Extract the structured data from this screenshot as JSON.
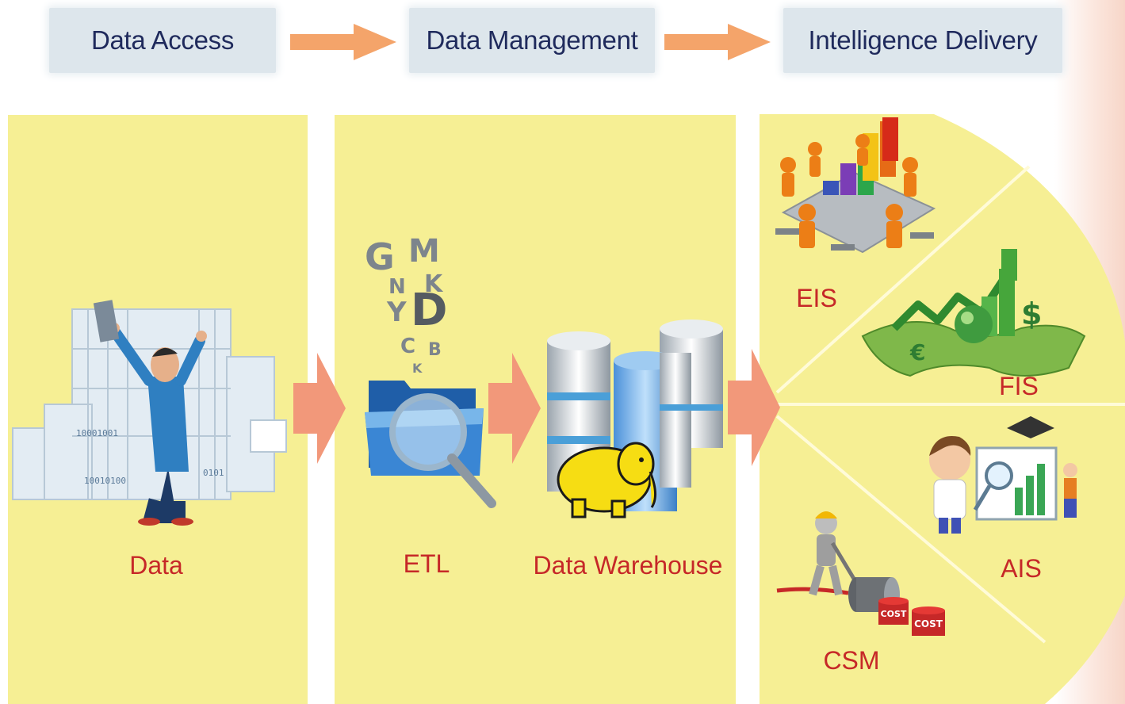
{
  "stages": {
    "access": "Data Access",
    "management": "Data Management",
    "delivery": "Intelligence Delivery"
  },
  "labels": {
    "data": "Data",
    "etl": "ETL",
    "warehouse": "Data Warehouse",
    "eis": "EIS",
    "fis": "FIS",
    "ais": "AIS",
    "csm": "CSM",
    "cost1": "COST",
    "cost2": "COST"
  },
  "colors": {
    "panel": "#f6ef94",
    "header_bg": "#dde6ec",
    "header_text": "#1f2a5c",
    "label_text": "#c62828",
    "arrow": "#f4a46a",
    "big_arrow": "#f2987a"
  }
}
